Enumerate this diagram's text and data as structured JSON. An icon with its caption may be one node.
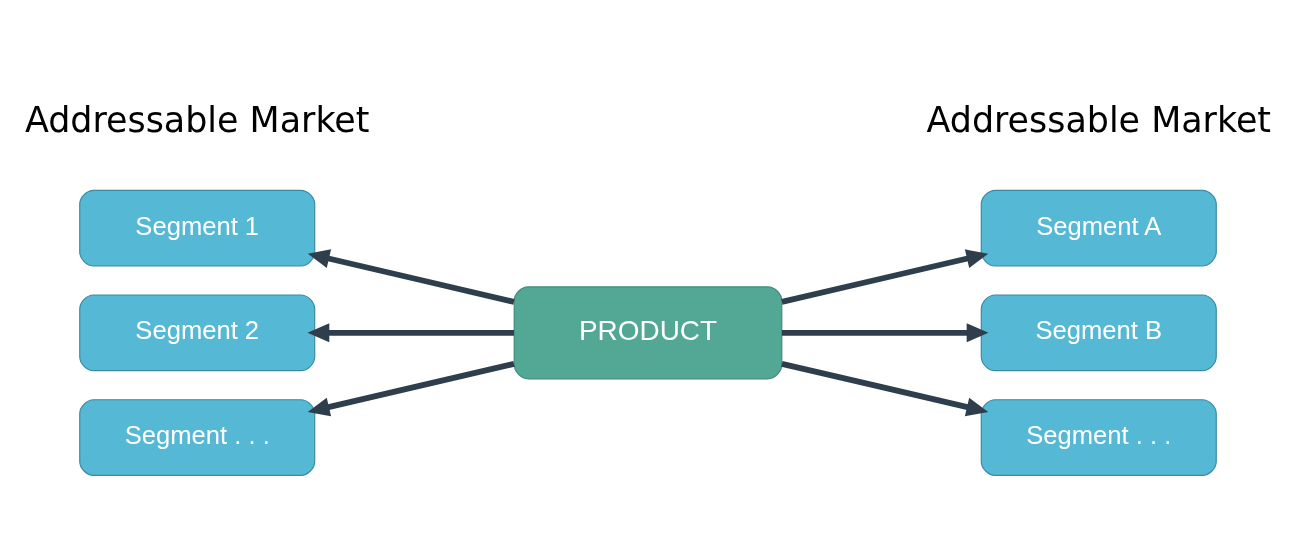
{
  "diagram": {
    "nodes": [
      {
        "text": [
          "Segment 1"
        ]
      },
      {
        "text": [
          "Segment 2"
        ]
      },
      {
        "text": [
          "Segment . . ."
        ]
      },
      {
        "text": [
          "PRODUCT"
        ]
      },
      {
        "text": [
          "Segment A"
        ]
      },
      {
        "text": [
          "Segment B"
        ]
      },
      {
        "text": [
          "Segment . . ."
        ]
      }
    ],
    "edges": [
      {
        "from": 3,
        "to": 0,
        "arrow": "to"
      },
      {
        "from": 3,
        "to": 1,
        "arrow": "to"
      },
      {
        "from": 3,
        "to": 2,
        "arrow": "to"
      },
      {
        "from": 3,
        "to": 4,
        "arrow": "to"
      },
      {
        "from": 3,
        "to": 5,
        "arrow": "to"
      },
      {
        "from": 3,
        "to": 6,
        "arrow": "to"
      }
    ],
    "labels": [
      "Addressable Market",
      "Addressable Market"
    ]
  }
}
